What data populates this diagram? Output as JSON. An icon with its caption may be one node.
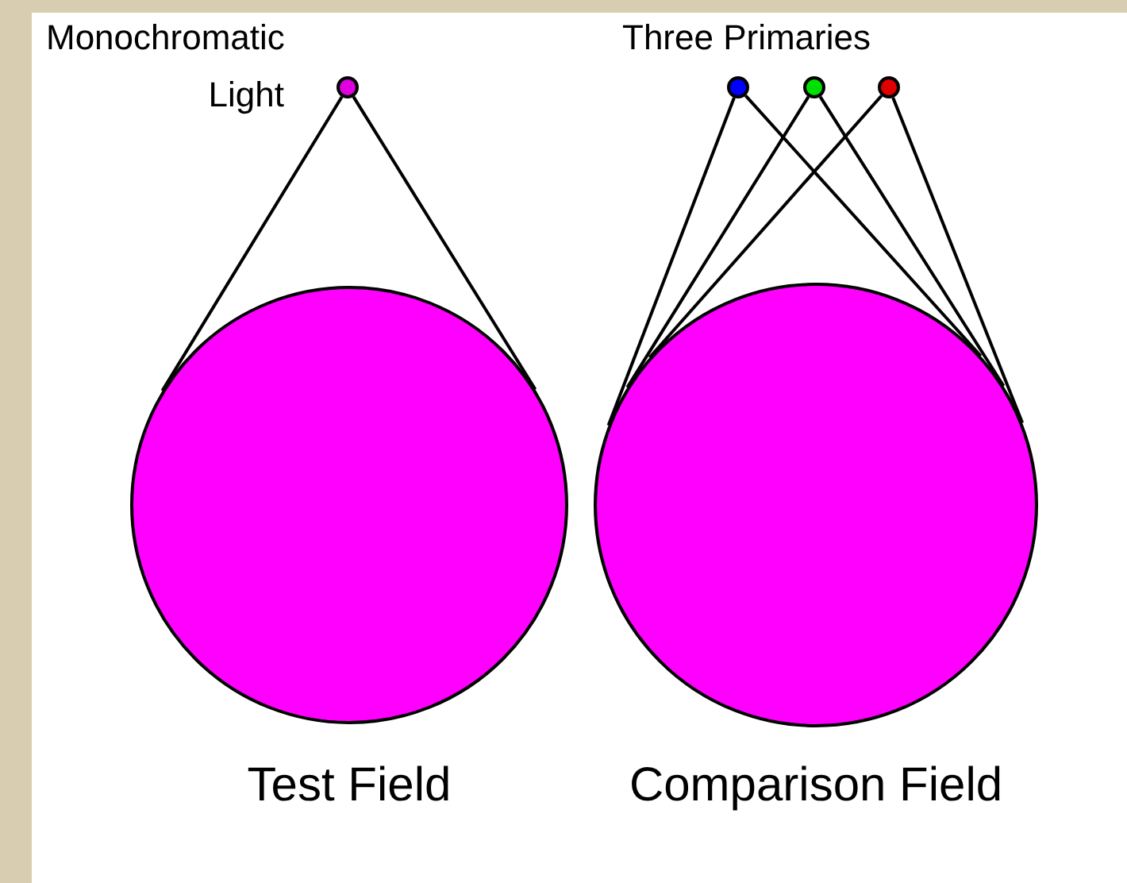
{
  "diagram": {
    "nodes": [
      {
        "text": [],
        "shape": "circle",
        "beside": [
          "Monochromatic Light"
        ]
      },
      {
        "text": [],
        "shape": "circle"
      },
      {
        "text": [],
        "shape": "circle"
      },
      {
        "text": [],
        "shape": "circle"
      },
      {
        "text": [
          "Test Field"
        ]
      },
      {
        "text": [
          "Comparison Field"
        ]
      }
    ],
    "edges": [
      {
        "from": 0,
        "to": 4,
        "arrow": "none"
      },
      {
        "from": 0,
        "to": 4,
        "arrow": "none"
      },
      {
        "from": 1,
        "to": 5,
        "arrow": "none"
      },
      {
        "from": 1,
        "to": 5,
        "arrow": "none"
      },
      {
        "from": 2,
        "to": 5,
        "arrow": "none"
      },
      {
        "from": 2,
        "to": 5,
        "arrow": "none"
      },
      {
        "from": 3,
        "to": 5,
        "arrow": "none"
      },
      {
        "from": 3,
        "to": 5,
        "arrow": "none"
      }
    ],
    "labels": [
      "Three Primaries"
    ]
  }
}
